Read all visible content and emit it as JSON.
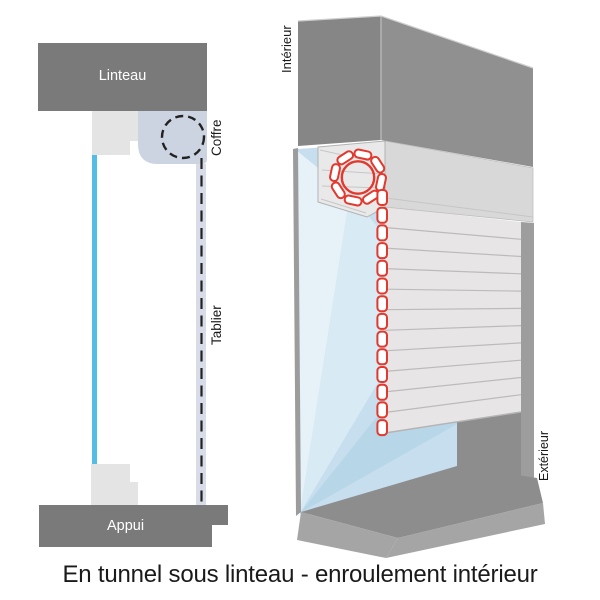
{
  "caption": "En tunnel sous linteau - enroulement intérieur",
  "left_diagram": {
    "labels": {
      "linteau": "Linteau",
      "coffre": "Coffre",
      "tablier": "Tablier",
      "appui": "Appui"
    }
  },
  "right_diagram": {
    "labels": {
      "interieur": "Intérieur",
      "exterieur": "Extérieur"
    }
  },
  "shutter": {
    "slat_rows": 11,
    "chain_dashes": 14,
    "ring_slats": 8
  },
  "colors": {
    "page-bg": "#ffffff",
    "text": "#1a1a1a",
    "dark-gray": "#7a7a7a",
    "light-block": "#e4e4e4",
    "coffre-fill": "#ccd3e1",
    "tablier-strip": "#d7dce8",
    "glass-line": "#54bde6",
    "dash-color": "#222222",
    "wall-left": "#868686",
    "wall-right": "#909090",
    "band": "#d8d8d8",
    "endcap": "#e9e9e9",
    "slats": "#e7e5e5",
    "slat-line": "#bdbaba",
    "glass-base": "#c6deed",
    "glass-light": "#e6f1f8",
    "glass-mid": "#d8eaf4",
    "glass-deep": "#b7d7e9",
    "glass-edge": "#9fbecd",
    "recess": "#8d8d8d",
    "jamb": "#9d9d9d",
    "sill-top": "#8d8d8d",
    "sill-side": "#a5a5a5",
    "frame-strip": "#9c9c9c",
    "red": "#e2382d"
  }
}
